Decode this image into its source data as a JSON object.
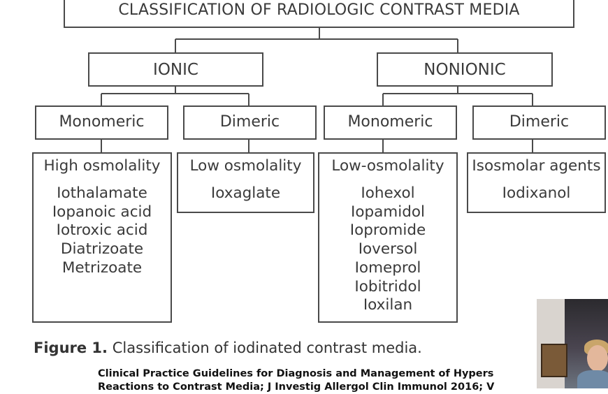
{
  "title": "CLASSIFICATION OF RADIOLOGIC CONTRAST MEDIA",
  "ionic": {
    "label": "IONIC",
    "monomeric": {
      "label": "Monomeric",
      "heading": "High osmolality",
      "agents": [
        "Iothalamate",
        "Iopanoic acid",
        "Iotroxic acid",
        "Diatrizoate",
        "Metrizoate"
      ]
    },
    "dimeric": {
      "label": "Dimeric",
      "heading": "Low osmolality",
      "agents": [
        "Ioxaglate"
      ]
    }
  },
  "nonionic": {
    "label": "NONIONIC",
    "monomeric": {
      "label": "Monomeric",
      "heading": "Low-osmolality",
      "agents": [
        "Iohexol",
        "Iopamidol",
        "Iopromide",
        "Ioversol",
        "Iomeprol",
        "Iobitridol",
        "Ioxilan"
      ]
    },
    "dimeric": {
      "label": "Dimeric",
      "heading": "Isosmolar agents",
      "agents": [
        "Iodixanol"
      ]
    }
  },
  "caption": {
    "figure": "Figure 1.",
    "text": "Classification of iodinated contrast media."
  },
  "citation": {
    "line1": "Clinical Practice Guidelines for Diagnosis and Management of Hypers",
    "line2": "Reactions to Contrast Media; J Investig Allergol Clin Immunol 2016; V"
  }
}
